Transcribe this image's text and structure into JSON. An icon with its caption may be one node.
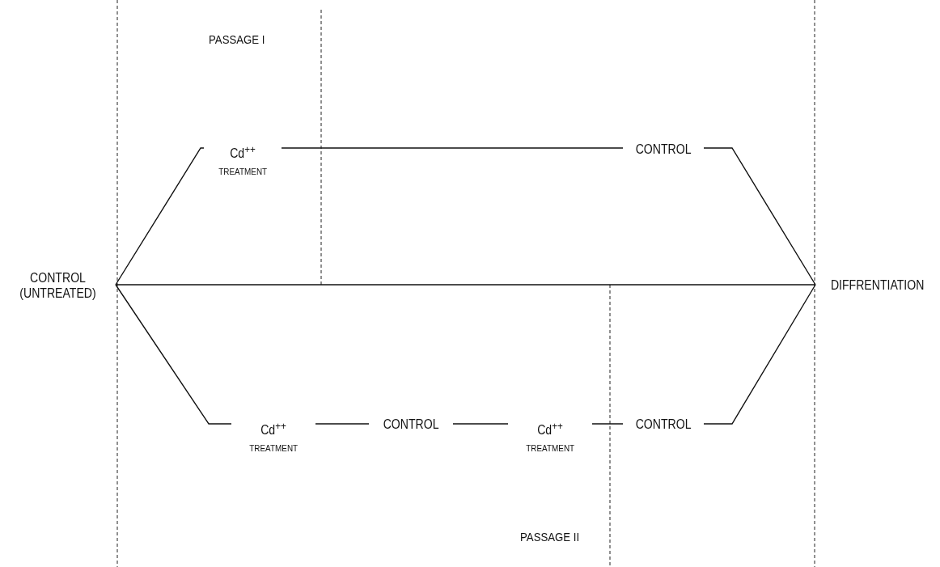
{
  "diagram": {
    "nodes": [
      {
        "text": [
          "CONTROL (UNTREATED)"
        ]
      },
      {
        "text": [
          "Cd$^{++}$",
          "TREATMENT"
        ]
      },
      {
        "text": [
          "CONTROL"
        ]
      },
      {
        "text": [
          "DIFFRENTIATION"
        ]
      },
      {
        "text": [
          "Cd$^{++}$",
          "TREATMENT"
        ]
      },
      {
        "text": [
          "CONTROL"
        ]
      },
      {
        "text": [
          "Cd$^{++}$",
          "TREATMENT"
        ]
      },
      {
        "text": [
          "CONTROL"
        ]
      }
    ],
    "edges": [
      {
        "from": 0,
        "to": 1,
        "arrow": "none"
      },
      {
        "from": 1,
        "to": 2,
        "arrow": "none"
      },
      {
        "from": 2,
        "to": 3,
        "arrow": "none"
      },
      {
        "from": 0,
        "to": 3,
        "arrow": "none"
      },
      {
        "from": 0,
        "to": 4,
        "arrow": "none"
      },
      {
        "from": 4,
        "to": 5,
        "arrow": "none"
      },
      {
        "from": 5,
        "to": 6,
        "arrow": "none"
      },
      {
        "from": 6,
        "to": 7,
        "arrow": "none"
      },
      {
        "from": 7,
        "to": 3,
        "arrow": "none"
      }
    ],
    "labels": [
      "PASSAGE I",
      "PASSAGE II"
    ]
  }
}
